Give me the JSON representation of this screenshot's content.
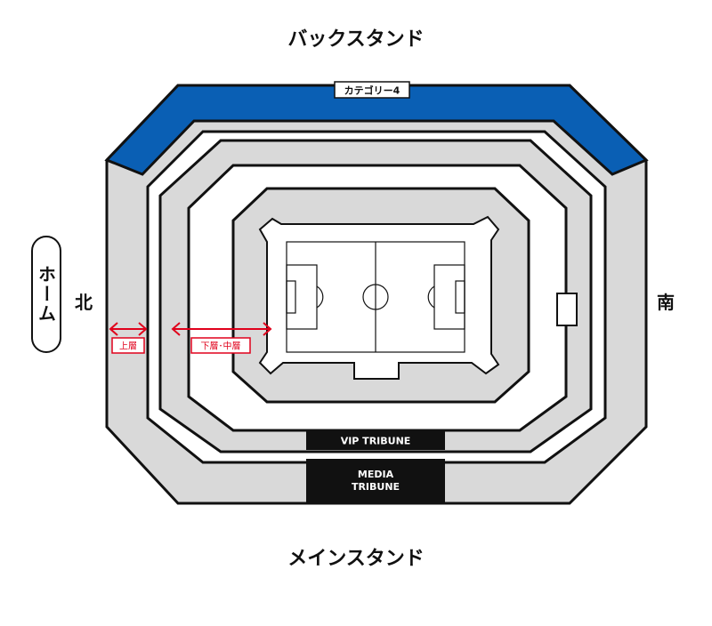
{
  "titles": {
    "back_stand": "バックスタンド",
    "main_stand": "メインスタンド"
  },
  "sides": {
    "home": "ホーム",
    "north": "北",
    "south": "南"
  },
  "category_label": "カテゴリー4",
  "tier_labels": {
    "upper": "上層",
    "lower_middle": "下層･中層"
  },
  "tribunes": {
    "vip": "VIP TRIBUNE",
    "media_line1": "MEDIA",
    "media_line2": "TRIBUNE"
  },
  "colors": {
    "category4": "#0a5fb4",
    "stand_fill": "#d9d9d9",
    "outline": "#111111",
    "arrow": "#e0001b",
    "pitch": "#ffffff"
  }
}
